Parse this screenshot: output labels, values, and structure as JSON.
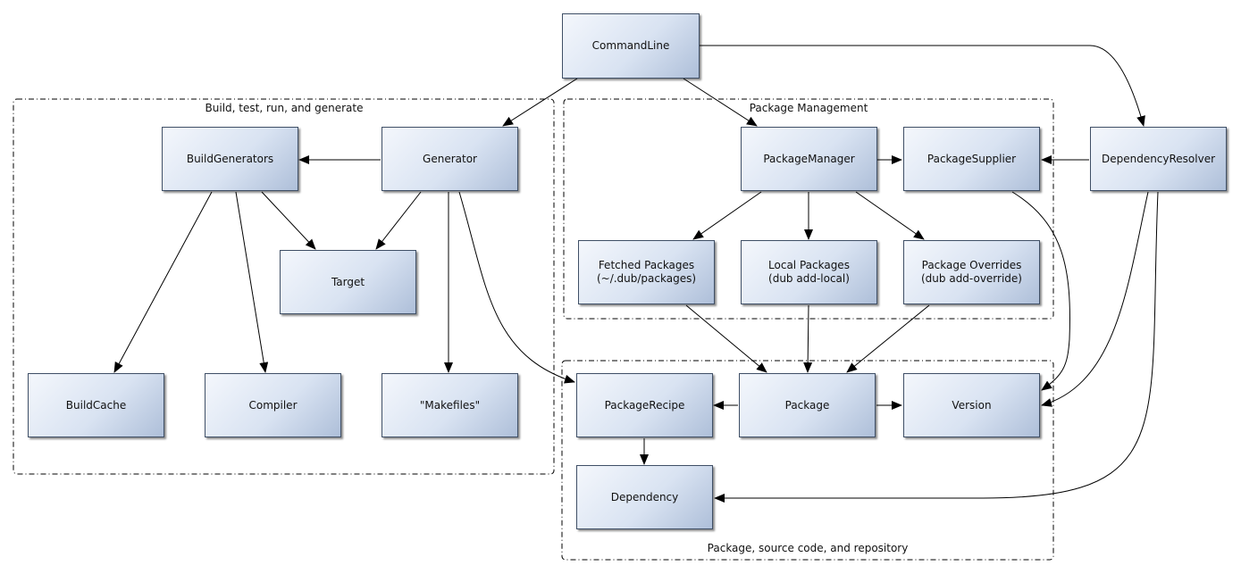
{
  "groups": {
    "build": {
      "label": "Build, test, run, and generate"
    },
    "package_management": {
      "label": "Package Management"
    },
    "package_source": {
      "label": "Package, source code, and repository"
    }
  },
  "nodes": {
    "command_line": "CommandLine",
    "build_generators": "BuildGenerators",
    "generator": "Generator",
    "target": "Target",
    "build_cache": "BuildCache",
    "compiler": "Compiler",
    "makefiles": "\"Makefiles\"",
    "package_manager": "PackageManager",
    "package_supplier": "PackageSupplier",
    "dependency_resolver": "DependencyResolver",
    "fetched_packages": "Fetched Packages\n(~/.dub/packages)",
    "local_packages": "Local Packages\n(dub add-local)",
    "package_overrides": "Package Overrides\n(dub add-override)",
    "package_recipe": "PackageRecipe",
    "package": "Package",
    "version": "Version",
    "dependency": "Dependency"
  },
  "edges": [
    {
      "from": "CommandLine",
      "to": "Generator"
    },
    {
      "from": "CommandLine",
      "to": "PackageManager"
    },
    {
      "from": "CommandLine",
      "to": "DependencyResolver"
    },
    {
      "from": "Generator",
      "to": "BuildGenerators"
    },
    {
      "from": "Generator",
      "to": "Target"
    },
    {
      "from": "Generator",
      "to": "\"Makefiles\""
    },
    {
      "from": "Generator",
      "to": "PackageRecipe"
    },
    {
      "from": "BuildGenerators",
      "to": "Target"
    },
    {
      "from": "BuildGenerators",
      "to": "BuildCache"
    },
    {
      "from": "BuildGenerators",
      "to": "Compiler"
    },
    {
      "from": "PackageManager",
      "to": "PackageSupplier"
    },
    {
      "from": "PackageManager",
      "to": "Fetched Packages"
    },
    {
      "from": "PackageManager",
      "to": "Local Packages"
    },
    {
      "from": "PackageManager",
      "to": "Package Overrides"
    },
    {
      "from": "DependencyResolver",
      "to": "PackageSupplier"
    },
    {
      "from": "DependencyResolver",
      "to": "Version"
    },
    {
      "from": "DependencyResolver",
      "to": "Dependency"
    },
    {
      "from": "PackageSupplier",
      "to": "Version"
    },
    {
      "from": "Fetched Packages",
      "to": "Package"
    },
    {
      "from": "Local Packages",
      "to": "Package"
    },
    {
      "from": "Package Overrides",
      "to": "Package"
    },
    {
      "from": "Package",
      "to": "PackageRecipe"
    },
    {
      "from": "Package",
      "to": "Version"
    },
    {
      "from": "PackageRecipe",
      "to": "Dependency"
    }
  ]
}
